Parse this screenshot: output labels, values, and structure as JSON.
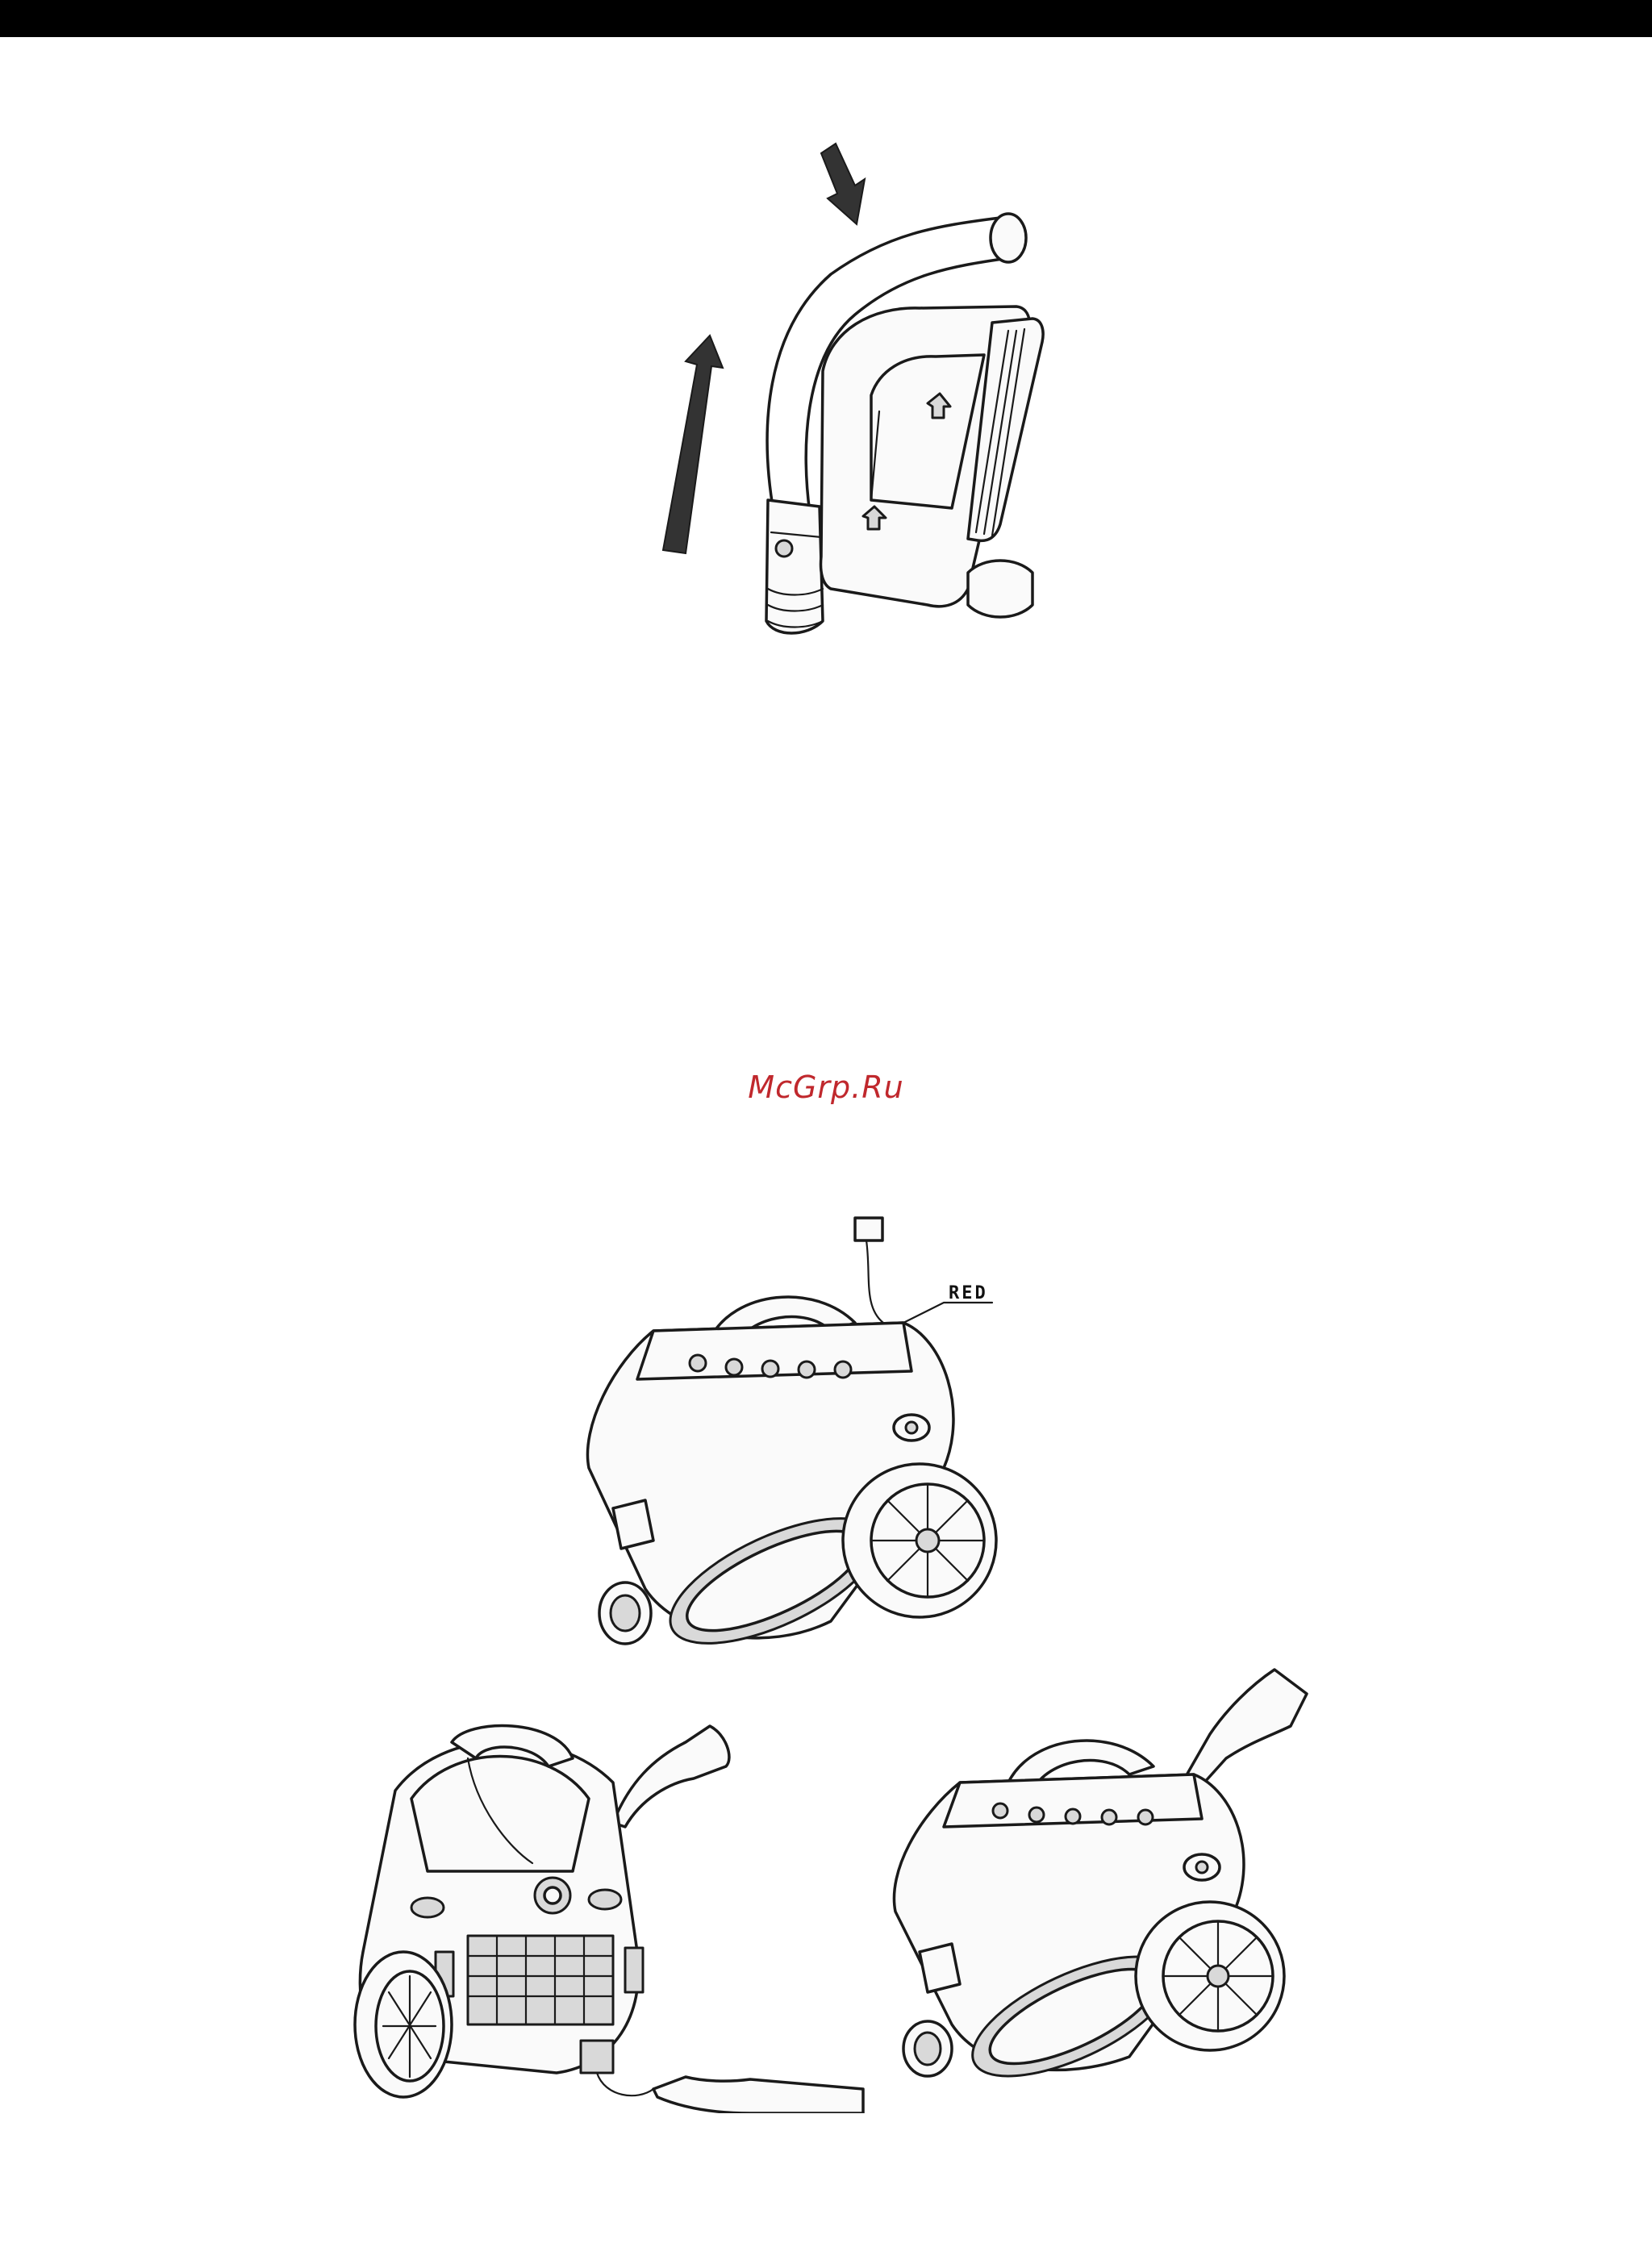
{
  "header": {
    "bar_color": "#000000"
  },
  "figures": {
    "hose_storage": {
      "icon": "hose-handle-parking-illustration"
    },
    "cord_label": {
      "text": "RED"
    },
    "cord_rewind_left": {
      "icon": "cord-rewind-press-illustration"
    },
    "cord_rewind_right": {
      "icon": "cord-button-press-illustration"
    }
  },
  "watermark": {
    "text": "McGrp.Ru",
    "color": "#c0282d"
  }
}
